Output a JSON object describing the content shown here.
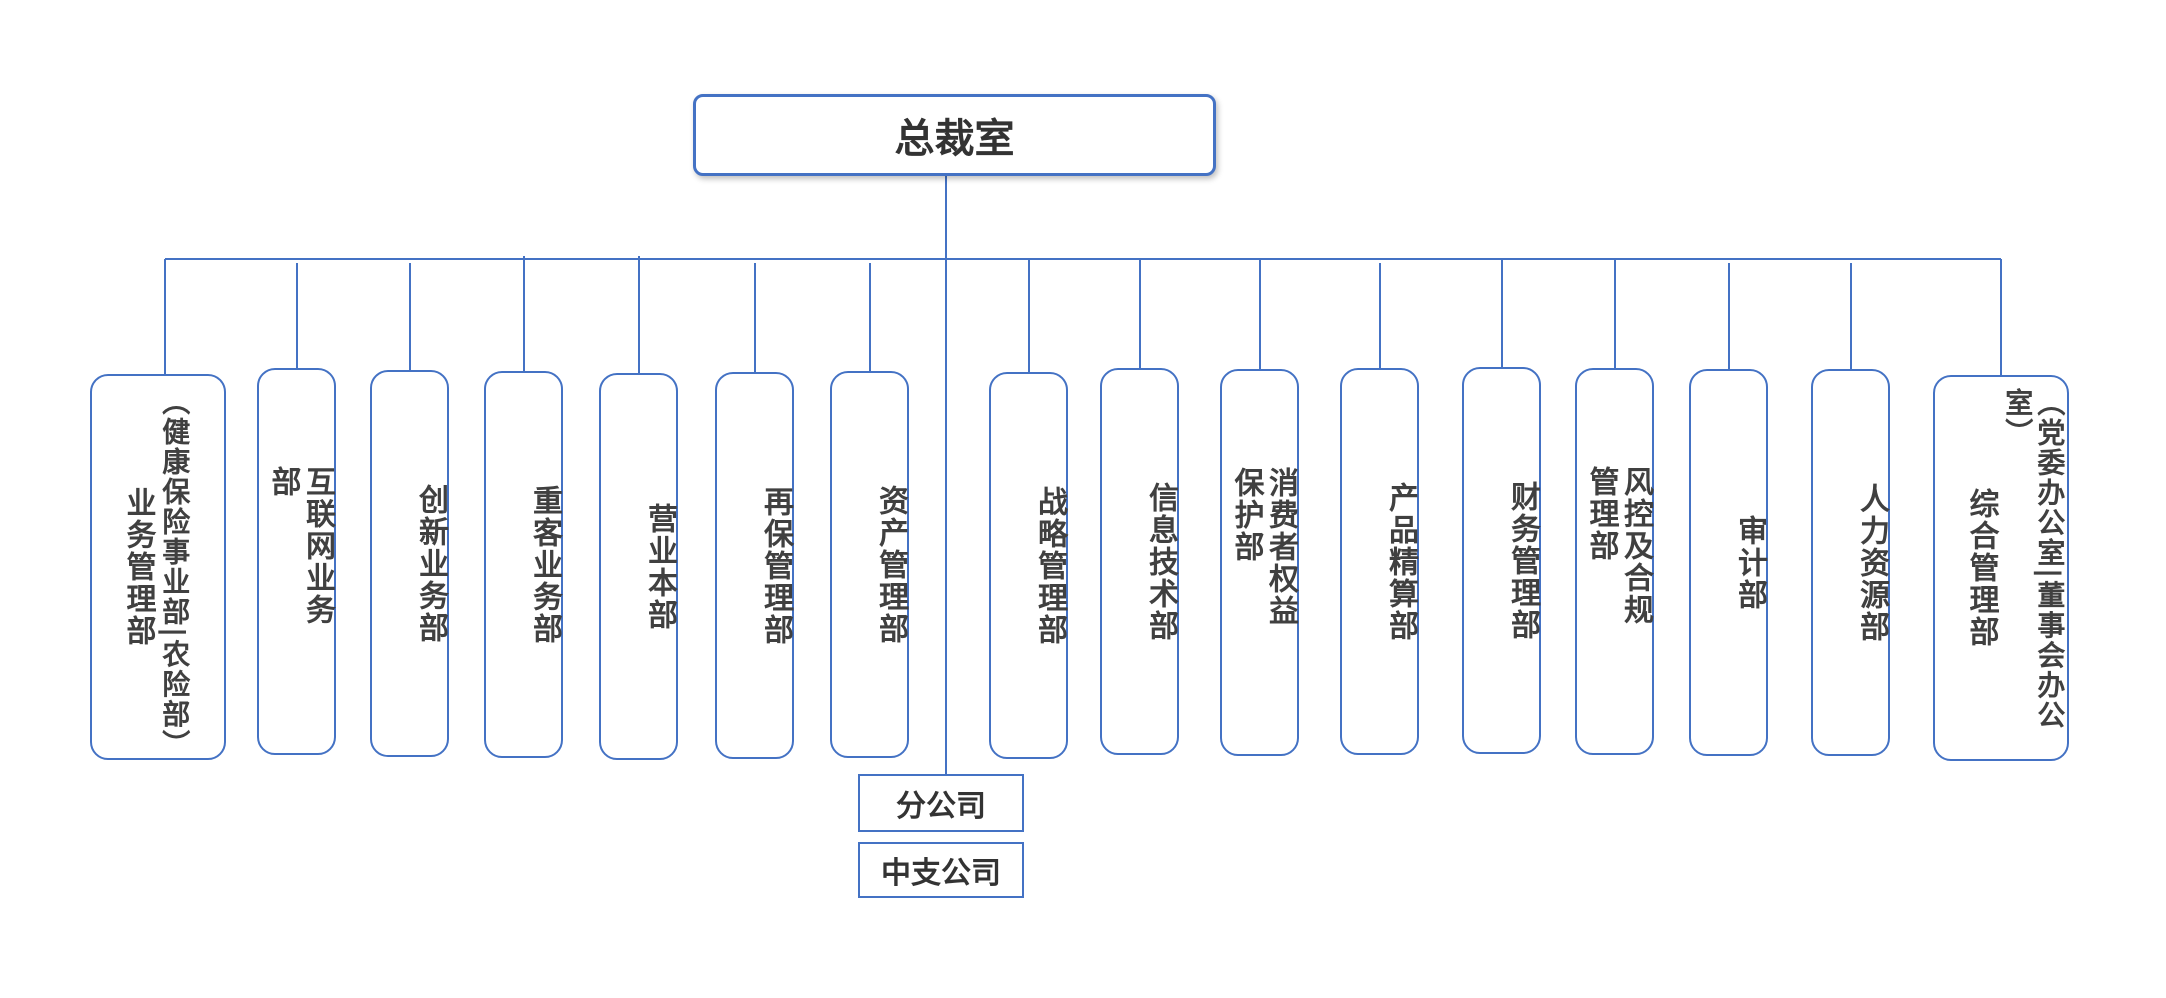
{
  "root": {
    "label": "总裁室"
  },
  "departments": [
    {
      "main": "业务管理部",
      "note": "（健康保险事业部|农险部）"
    },
    {
      "main": "互联网业务部"
    },
    {
      "main": "创新业务部"
    },
    {
      "main": "重客业务部"
    },
    {
      "main": "营业本部"
    },
    {
      "main": "再保管理部"
    },
    {
      "main": "资产管理部"
    },
    {
      "main": "战略管理部"
    },
    {
      "main": "信息技术部"
    },
    {
      "main": "消费者权益保护部"
    },
    {
      "main": "产品精算部"
    },
    {
      "main": "财务管理部"
    },
    {
      "main": "风控及合规管理部"
    },
    {
      "main": "审计部"
    },
    {
      "main": "人力资源部"
    },
    {
      "main": "综合管理部",
      "note": "（党委办公室|董事会办公室）"
    }
  ],
  "branches": [
    {
      "label": "分公司"
    },
    {
      "label": "中支公司"
    }
  ],
  "style": {
    "line_color": "#4472c4",
    "text_color": "#404040"
  }
}
